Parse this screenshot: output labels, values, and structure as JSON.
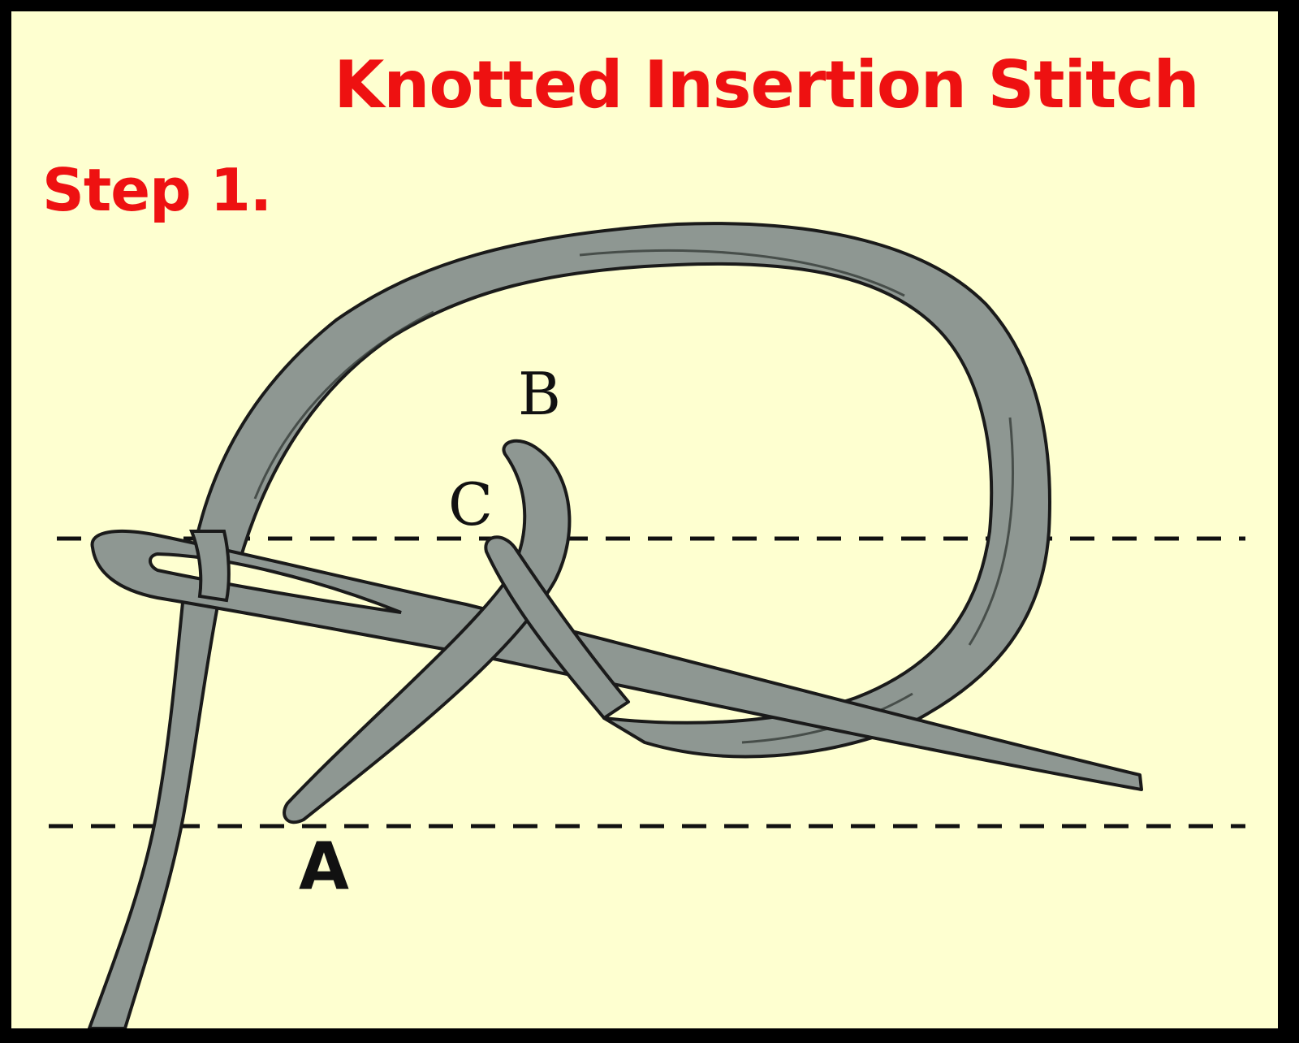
{
  "title": "Knotted Insertion Stitch",
  "step": "Step 1.",
  "points": {
    "a": "A",
    "b": "B",
    "c": "C"
  },
  "colors": {
    "background": "#FEFFD0",
    "border": "#000000",
    "title": "#EE1111",
    "thread_fill": "#8E9792",
    "outline": "#1A1A1A"
  }
}
